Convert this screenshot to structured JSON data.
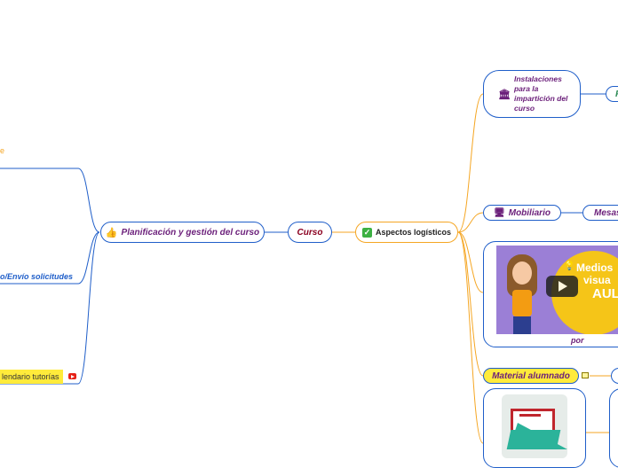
{
  "left": {
    "label_top": "e",
    "label_envio": "o/Envío solicitudes",
    "label_calendario": "lendario tutorías",
    "youtube_icon": "youtube-icon"
  },
  "center": {
    "planificacion": "Planificación y gestión del curso",
    "curso": "Curso",
    "aspectos": "Aspectos logísticos"
  },
  "right": {
    "instalaciones": "Instalaciones para la impartición del curso",
    "instalaciones_child": "F",
    "mobiliario": "Mobiliario",
    "mesas": "Mesas",
    "video_title_1": "Medios",
    "video_title_2": "visua",
    "video_title_3": "AUL",
    "video_caption": "por",
    "material": "Material alumnado"
  },
  "colors": {
    "blue": "#1f5ec9",
    "orange": "#f5a623",
    "purple": "#6b1f7a",
    "darkred": "#8b0020",
    "yellow": "#ffeb3b",
    "green": "#2e8b57"
  }
}
